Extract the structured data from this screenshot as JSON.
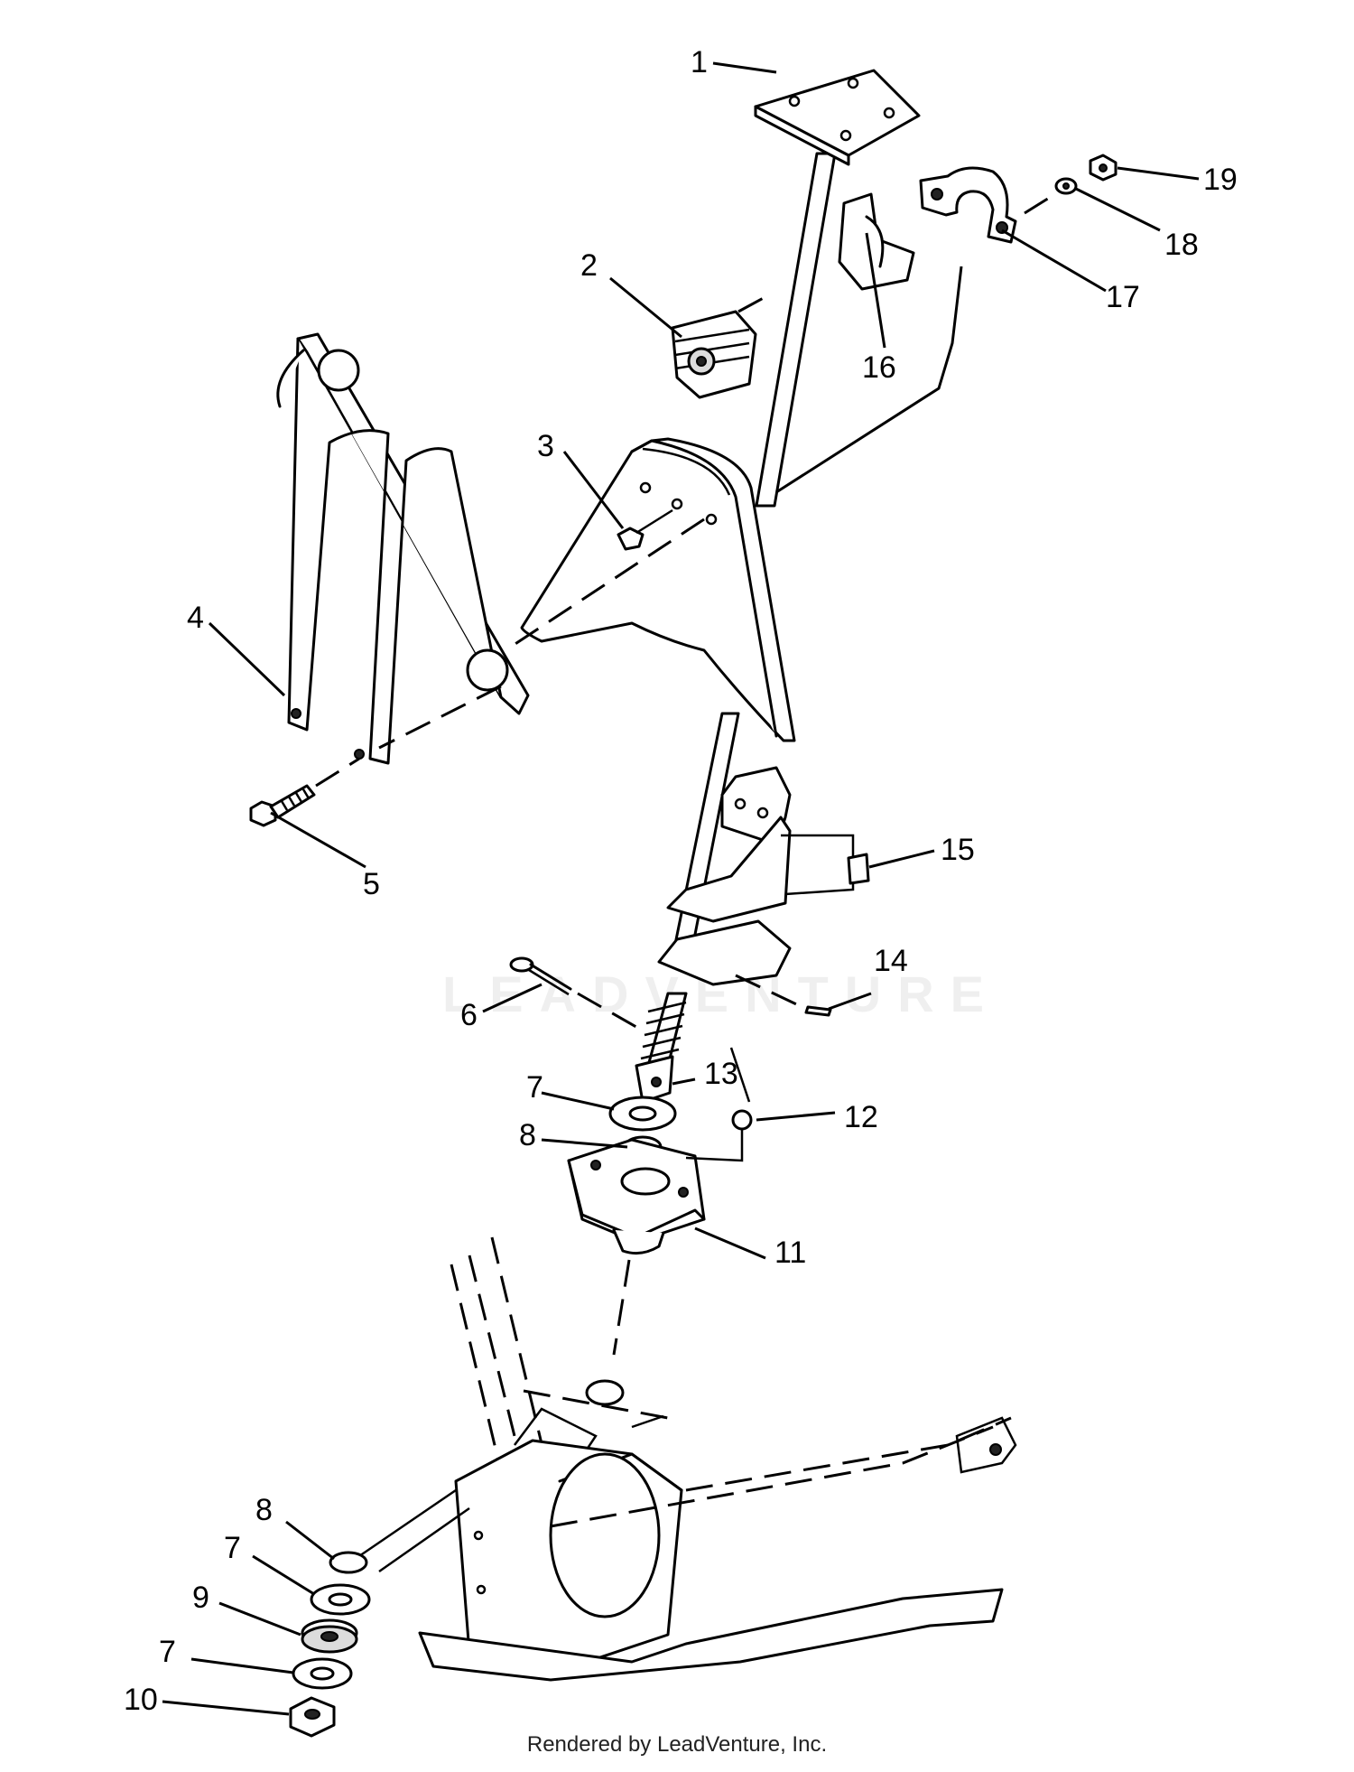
{
  "callouts": {
    "c1": "1",
    "c2": "2",
    "c3": "3",
    "c4": "4",
    "c5": "5",
    "c6": "6",
    "c7a": "7",
    "c7b": "7",
    "c7c": "7",
    "c8a": "8",
    "c8b": "8",
    "c9": "9",
    "c10": "10",
    "c11": "11",
    "c12": "12",
    "c13": "13",
    "c14": "14",
    "c15": "15",
    "c16": "16",
    "c17": "17",
    "c18": "18",
    "c19": "19"
  },
  "watermark": "LEADVENTURE",
  "footer": "Rendered by LeadVenture, Inc."
}
